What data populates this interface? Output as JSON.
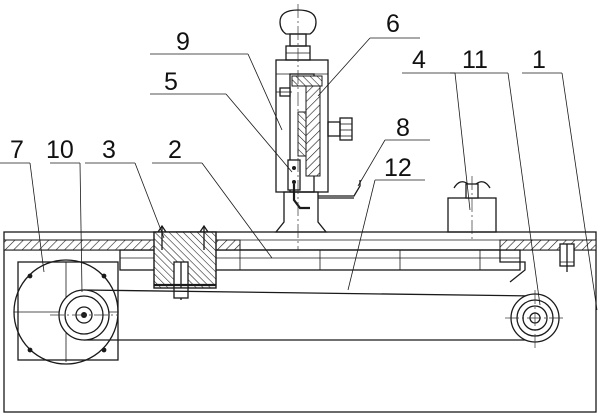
{
  "labels": {
    "l1": "1",
    "l2": "2",
    "l3": "3",
    "l4": "4",
    "l5": "5",
    "l6": "6",
    "l7": "7",
    "l8": "8",
    "l9": "9",
    "l10": "10",
    "l11": "11",
    "l12": "12"
  },
  "colors": {
    "line": "#1a1a1a",
    "hatch": "#1a1a1a",
    "background": "#ffffff"
  }
}
